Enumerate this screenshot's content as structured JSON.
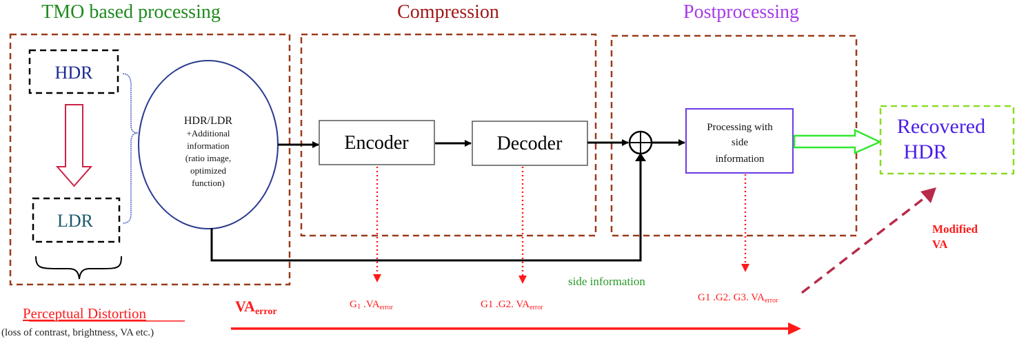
{
  "stages": {
    "tmo": {
      "title": "TMO based processing",
      "color": "#1e8a1e"
    },
    "compression": {
      "title": "Compression",
      "color": "#a01818"
    },
    "postprocessing": {
      "title": "Postprocessing",
      "color": "#a63ae8"
    }
  },
  "nodes": {
    "hdr": {
      "label": "HDR",
      "color": "#1a2a90"
    },
    "ldr": {
      "label": "LDR",
      "color": "#1a5a6a"
    },
    "combined": {
      "line1": "HDR/LDR",
      "line2": "+Additional",
      "line3": "information",
      "line4": "(ratio image,",
      "line5": "optimized",
      "line6": "function)"
    },
    "encoder": {
      "label": "Encoder"
    },
    "decoder": {
      "label": "Decoder"
    },
    "processing": {
      "line1": "Processing with",
      "line2": "side",
      "line3": "information"
    },
    "recovered": {
      "line1": "Recovered",
      "line2": "HDR",
      "color": "#4a1ee8"
    }
  },
  "errors": {
    "encoder": {
      "prefix": "G",
      "sub1": "1",
      "mid": " .VA",
      "sub": "error"
    },
    "decoder": {
      "text": "G1 .G2. VA",
      "sub": "error"
    },
    "processing": {
      "text": "G1 .G2. G3. VA",
      "sub": "error"
    },
    "va_error": {
      "main": "VA",
      "sub": "error"
    }
  },
  "labels": {
    "side_information": "side information",
    "modified_va_line1": "Modified",
    "modified_va_line2": "VA",
    "perceptual_distortion": "Perceptual Distortion",
    "perceptual_distortion_detail": "(loss of contrast, brightness, VA etc.)"
  },
  "colors": {
    "stage_border": "#9a3a1a",
    "error_red": "#ff1a1a",
    "dashed_arrow": "#b82a4a",
    "green_arrow": "#2ee82e",
    "recovered_border": "#88dd22",
    "processing_border": "#6a3ae8",
    "circle_border": "#2a3a90"
  }
}
